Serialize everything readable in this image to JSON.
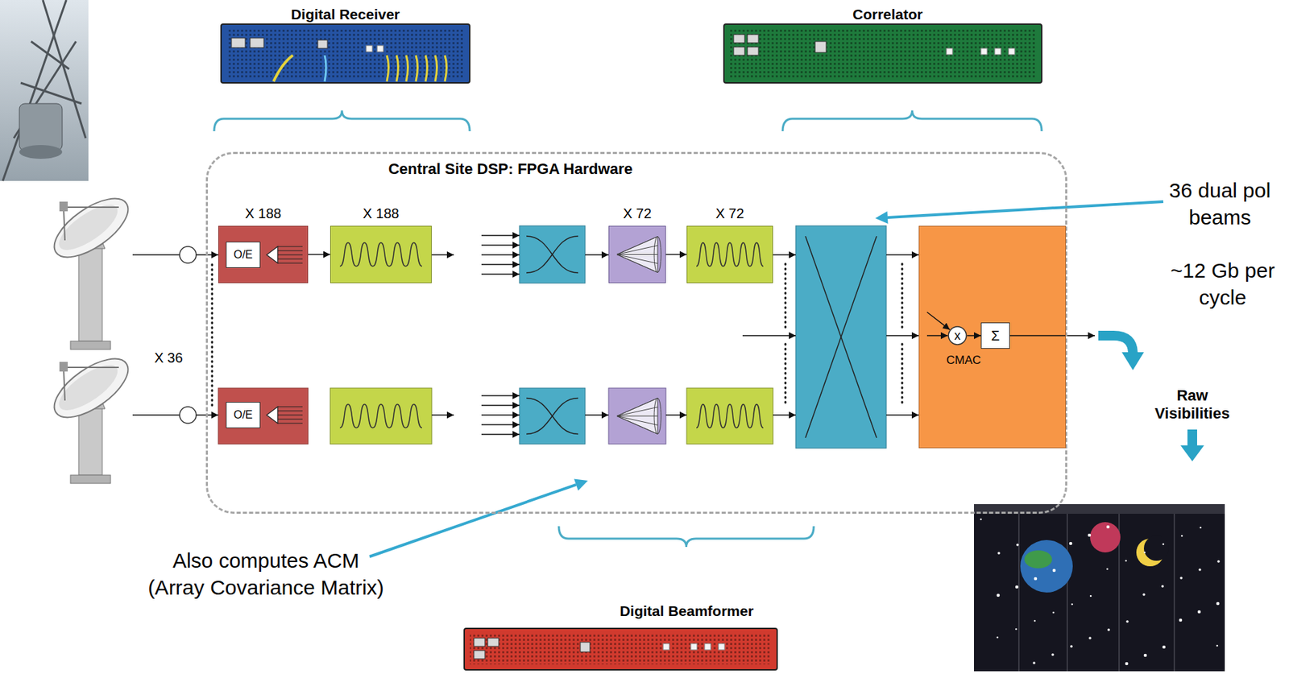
{
  "diagram": {
    "nodes": [
      {
        "text": [
          "Central Site DSP: FPGA Hardware"
        ]
      },
      {
        "text": [
          "X 188"
        ],
        "in": 0
      },
      {
        "text": [
          "O/E"
        ],
        "in": 1
      },
      {
        "text": [
          "X 188"
        ],
        "in": 0
      },
      {
        "text": [
          "X 72"
        ],
        "in": 0
      },
      {
        "text": [
          "X 72"
        ],
        "in": 0
      },
      {
        "text": [
          "CMAC"
        ],
        "in": 0
      },
      {
        "text": [
          "x"
        ],
        "in": 6
      },
      {
        "text": [
          "Σ"
        ],
        "in": 6
      },
      {
        "text": [
          "O/E"
        ],
        "in": 0
      }
    ],
    "edges": [
      {
        "from": 1,
        "to": 3,
        "arrow": "to"
      },
      {
        "from": 4,
        "to": 5,
        "arrow": "to"
      },
      {
        "from": 7,
        "to": 8,
        "arrow": "to"
      }
    ],
    "labels": [
      "Digital Receiver",
      "Correlator",
      "36 dual pol beams",
      "X 36",
      "~12 Gb per cycle",
      "Raw Visibilities",
      "Also computes ACM (Array Covariance Matrix)",
      "Digital Beamformer"
    ]
  }
}
